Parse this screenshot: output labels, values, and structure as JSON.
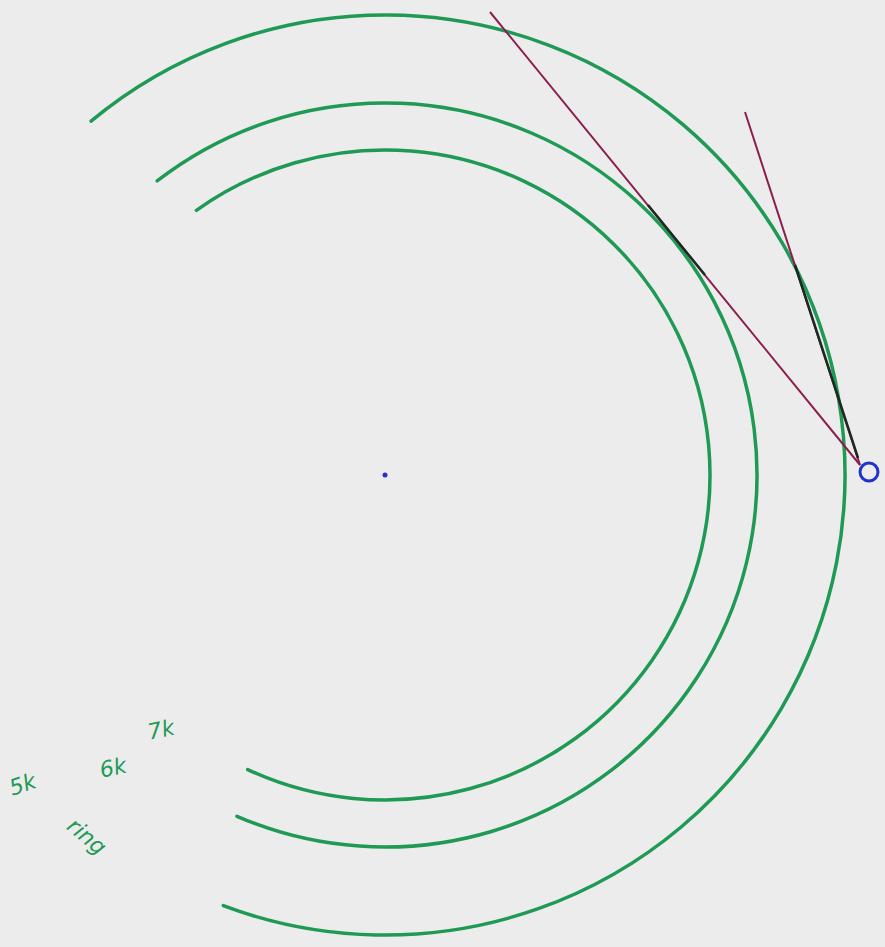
{
  "diagram": {
    "labels": [
      "7k",
      "6k",
      "5k",
      "ring"
    ]
  }
}
